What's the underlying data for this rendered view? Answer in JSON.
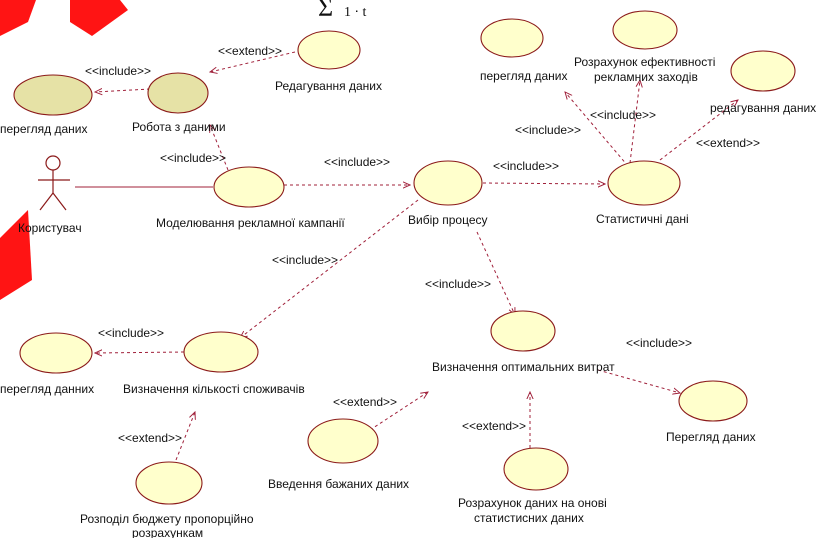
{
  "actor": {
    "name": "Користувач"
  },
  "use_cases": {
    "view_data_1": "перегляд даних",
    "work_with_data": "Робота з даними",
    "edit_data_1": "Редагування даних",
    "modeling": "Моделювання рекламної кампанії",
    "process_select": "Вибір процесу",
    "statistics": "Статистичні дані",
    "view_data_2": "перегляд даних",
    "efficiency_line1": "Розрахунок ефективності",
    "efficiency_line2": "рекламних заходів",
    "edit_data_2": "редагування даних",
    "consumers": "Визначення кількості споживачів",
    "view_data_3": "перегляд данних",
    "budget_line1": "Розподіл бюджету пропорційно",
    "budget_line2": "розрахункам",
    "optimal_costs": "Визначення оптимальних витрат",
    "view_data_4": "Перегляд даних",
    "desired_input": "Введення бажаних даних",
    "calc_line1": "Розрахунок даних на онові",
    "calc_line2": "статистисних даних"
  },
  "stereotypes": {
    "include": "<<include>>",
    "extend": "<<extend>>"
  },
  "watermark": {
    "color": "#ff0000"
  }
}
